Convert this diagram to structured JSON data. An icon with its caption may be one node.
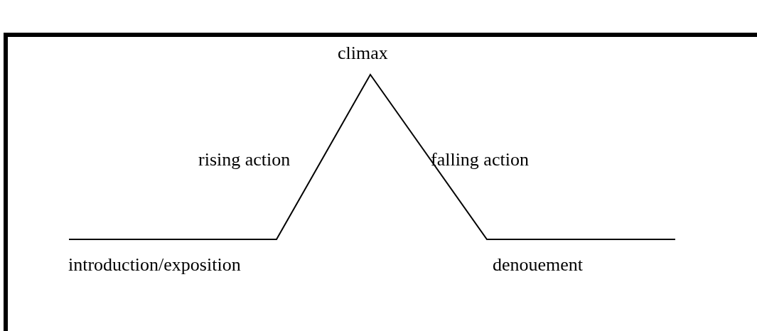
{
  "diagram": {
    "labels": [
      "climax",
      "rising action",
      "falling action",
      "introduction/exposition",
      "denouement"
    ]
  }
}
